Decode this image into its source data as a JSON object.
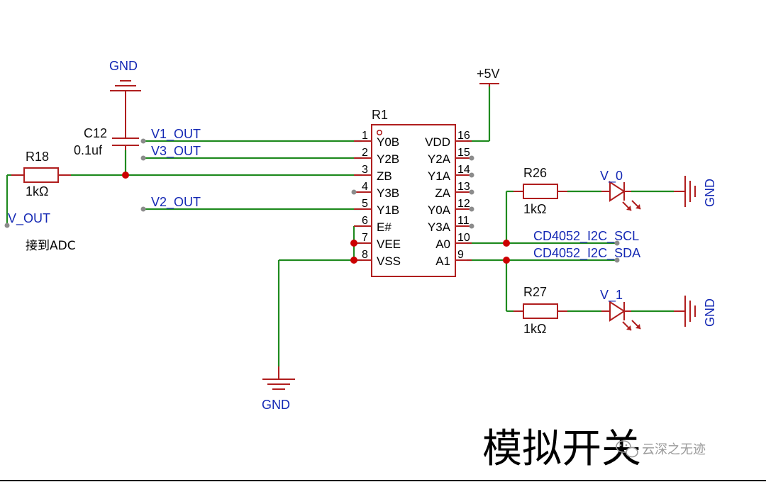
{
  "schematic": {
    "chip": {
      "ref": "R1",
      "pins_left": [
        {
          "num": "1",
          "name": "Y0B"
        },
        {
          "num": "2",
          "name": "Y2B"
        },
        {
          "num": "3",
          "name": "ZB"
        },
        {
          "num": "4",
          "name": "Y3B"
        },
        {
          "num": "5",
          "name": "Y1B"
        },
        {
          "num": "6",
          "name": "E#"
        },
        {
          "num": "7",
          "name": "VEE"
        },
        {
          "num": "8",
          "name": "VSS"
        }
      ],
      "pins_right": [
        {
          "num": "16",
          "name": "VDD"
        },
        {
          "num": "15",
          "name": "Y2A"
        },
        {
          "num": "14",
          "name": "Y1A"
        },
        {
          "num": "13",
          "name": "ZA"
        },
        {
          "num": "12",
          "name": "Y0A"
        },
        {
          "num": "11",
          "name": "Y3A"
        },
        {
          "num": "10",
          "name": "A0"
        },
        {
          "num": "9",
          "name": "A1"
        }
      ]
    },
    "components": {
      "r18": {
        "ref": "R18",
        "value": "1kΩ"
      },
      "c12": {
        "ref": "C12",
        "value": "0.1uf"
      },
      "r26": {
        "ref": "R26",
        "value": "1kΩ"
      },
      "r27": {
        "ref": "R27",
        "value": "1kΩ"
      },
      "led0": {
        "ref": "V_0"
      },
      "led1": {
        "ref": "V_1"
      }
    },
    "power": {
      "gnd": "GND",
      "vcc": "+5V"
    },
    "nets": {
      "v1_out": "V1_OUT",
      "v3_out": "V3_OUT",
      "v2_out": "V2_OUT",
      "v_out": "V_OUT",
      "scl": "CD4052_I2C_SCL",
      "sda": "CD4052_I2C_SDA"
    },
    "note": "接到ADC",
    "caption": "模拟开关",
    "watermark": "云深之无迹"
  }
}
